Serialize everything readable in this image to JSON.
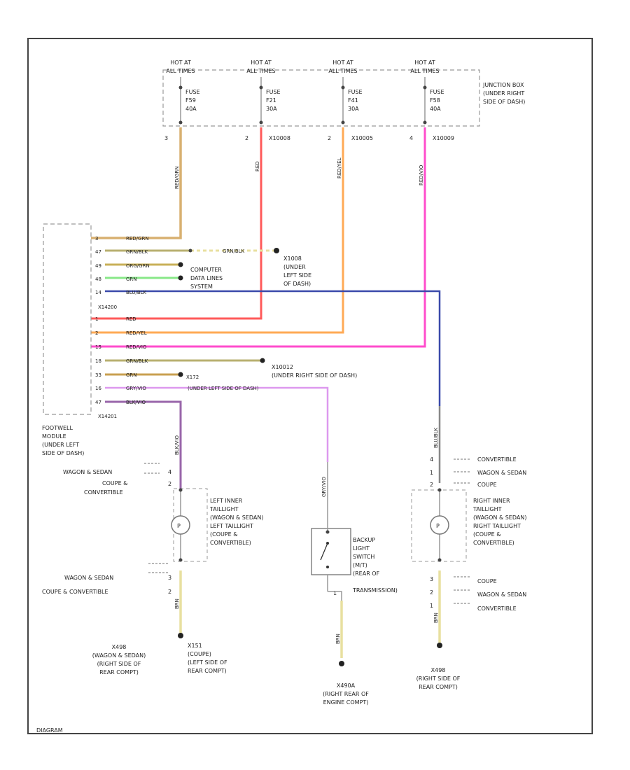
{
  "page_label": "DIAGRAM",
  "junction_box": {
    "label": [
      "JUNCTION BOX",
      "(UNDER RIGHT",
      "SIDE OF DASH)"
    ],
    "hot_label": [
      "HOT AT",
      "ALL TIMES"
    ],
    "fuses": [
      {
        "name": "FUSE",
        "id": "F59",
        "amp": "40A",
        "pin": "3",
        "connector": ""
      },
      {
        "name": "FUSE",
        "id": "F21",
        "amp": "30A",
        "pin": "2",
        "connector": "X10008"
      },
      {
        "name": "FUSE",
        "id": "F41",
        "amp": "30A",
        "pin": "2",
        "connector": "X10005"
      },
      {
        "name": "FUSE",
        "id": "F58",
        "amp": "40A",
        "pin": "4",
        "connector": "X10009"
      }
    ]
  },
  "vertical_wires": [
    "RED/GRN",
    "RED",
    "RED/YEL",
    "RED/VIO"
  ],
  "module": {
    "label": [
      "FOOTWELL",
      "MODULE",
      "(UNDER LEFT",
      "SIDE OF DASH)"
    ],
    "connector_mid": "X14200",
    "connector_bottom": "X14201",
    "pins": [
      {
        "pin": "3",
        "color": "RED/GRN"
      },
      {
        "pin": "47",
        "color": "GRN/BLK"
      },
      {
        "pin": "49",
        "color": "ORG/GRN"
      },
      {
        "pin": "48",
        "color": "GRN"
      },
      {
        "pin": "14",
        "color": "BLU/BLK"
      },
      {
        "pin": "1",
        "color": "RED"
      },
      {
        "pin": "2",
        "color": "RED/YEL"
      },
      {
        "pin": "15",
        "color": "RED/VIO"
      },
      {
        "pin": "18",
        "color": "GRN/BLK"
      },
      {
        "pin": "33",
        "color": "GRN"
      },
      {
        "pin": "16",
        "color": "GRY/VIO"
      },
      {
        "pin": "47",
        "color": "BLK/VIO"
      }
    ]
  },
  "labels": {
    "gnd_grn_blk": "GRN/BLK",
    "x1008": [
      "X1008",
      "(UNDER",
      "LEFT SIDE",
      "OF DASH)"
    ],
    "computer_data": [
      "COMPUTER",
      "DATA LINES",
      "SYSTEM"
    ],
    "x10012": [
      "X10012",
      "(UNDER RIGHT SIDE OF DASH)"
    ],
    "x172": "X172",
    "under_left": "(UNDER LEFT SIDE OF DASH)"
  },
  "left_tail": {
    "wire_top": "BLK/VIO",
    "wire_bottom": "BRN",
    "top_options": [
      "WAGON & SEDAN",
      "COUPE &",
      "CONVERTIBLE"
    ],
    "top_pins": [
      "4",
      "2"
    ],
    "label": [
      "LEFT INNER",
      "TAILLIGHT",
      "(WAGON & SEDAN)",
      "LEFT TAILLIGHT",
      "(COUPE &",
      "CONVERTIBLE)"
    ],
    "bottom_options": [
      "WAGON & SEDAN",
      "COUPE & CONVERTIBLE"
    ],
    "bottom_pins": [
      "3",
      "2"
    ],
    "ground": [
      "X498",
      "(WAGON & SEDAN)",
      "(RIGHT SIDE OF",
      "REAR COMPT)"
    ],
    "ground2": [
      "X151",
      "(COUPE)",
      "(LEFT SIDE OF",
      "REAR COMPT)"
    ]
  },
  "switch": {
    "wire_top": "GRY/VIO",
    "wire_bottom": "BRN",
    "pin": "1",
    "label": [
      "BACKUP",
      "LIGHT",
      "SWITCH",
      "(M/T)",
      "(REAR OF",
      "TRANSMISSION)"
    ],
    "ground": [
      "X490A",
      "(RIGHT REAR OF",
      "ENGINE COMPT)"
    ]
  },
  "right_tail": {
    "wire_top": "BLU/BLK",
    "wire_bottom": "BRN",
    "top_options": [
      "CONVERTIBLE",
      "WAGON & SEDAN",
      "COUPE"
    ],
    "top_pins": [
      "4",
      "1",
      "2"
    ],
    "label": [
      "RIGHT INNER",
      "TAILLIGHT",
      "(WAGON & SEDAN)",
      "RIGHT TAILLIGHT",
      "(COUPE &",
      "CONVERTIBLE)"
    ],
    "bottom_options": [
      "COUPE",
      "WAGON & SEDAN",
      "CONVERTIBLE"
    ],
    "bottom_pins": [
      "3",
      "2",
      "1"
    ],
    "ground": [
      "X498",
      "(RIGHT SIDE OF",
      "REAR COMPT)"
    ]
  },
  "colors": {
    "frame": "#333333",
    "dash": "#999999",
    "red": "#ff5a5a",
    "orange": "#ffaa55",
    "pink": "#ff5ac8",
    "tan": "#c8a878",
    "olive": "#b8b070",
    "green": "#88e888",
    "blue": "#3a4aaa",
    "violet": "#cc88dd",
    "purple_dark": "#9966aa",
    "gray": "#888888",
    "yellow": "#e8e0a0"
  }
}
